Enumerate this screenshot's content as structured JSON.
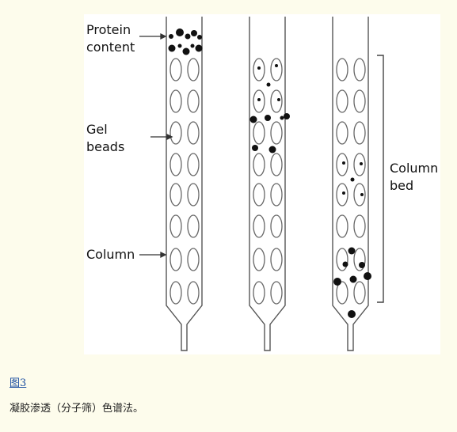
{
  "labels": {
    "protein_content": "Protein\ncontent",
    "gel_beads": "Gel\nbeads",
    "column": "Column",
    "column_bed": "Column\nbed"
  },
  "figure_link": "图3",
  "caption": "凝胶渗透（分子筛）色谱法。",
  "colors": {
    "background": "#fdfcec",
    "link": "#1a4da0",
    "ink": "#111111"
  }
}
